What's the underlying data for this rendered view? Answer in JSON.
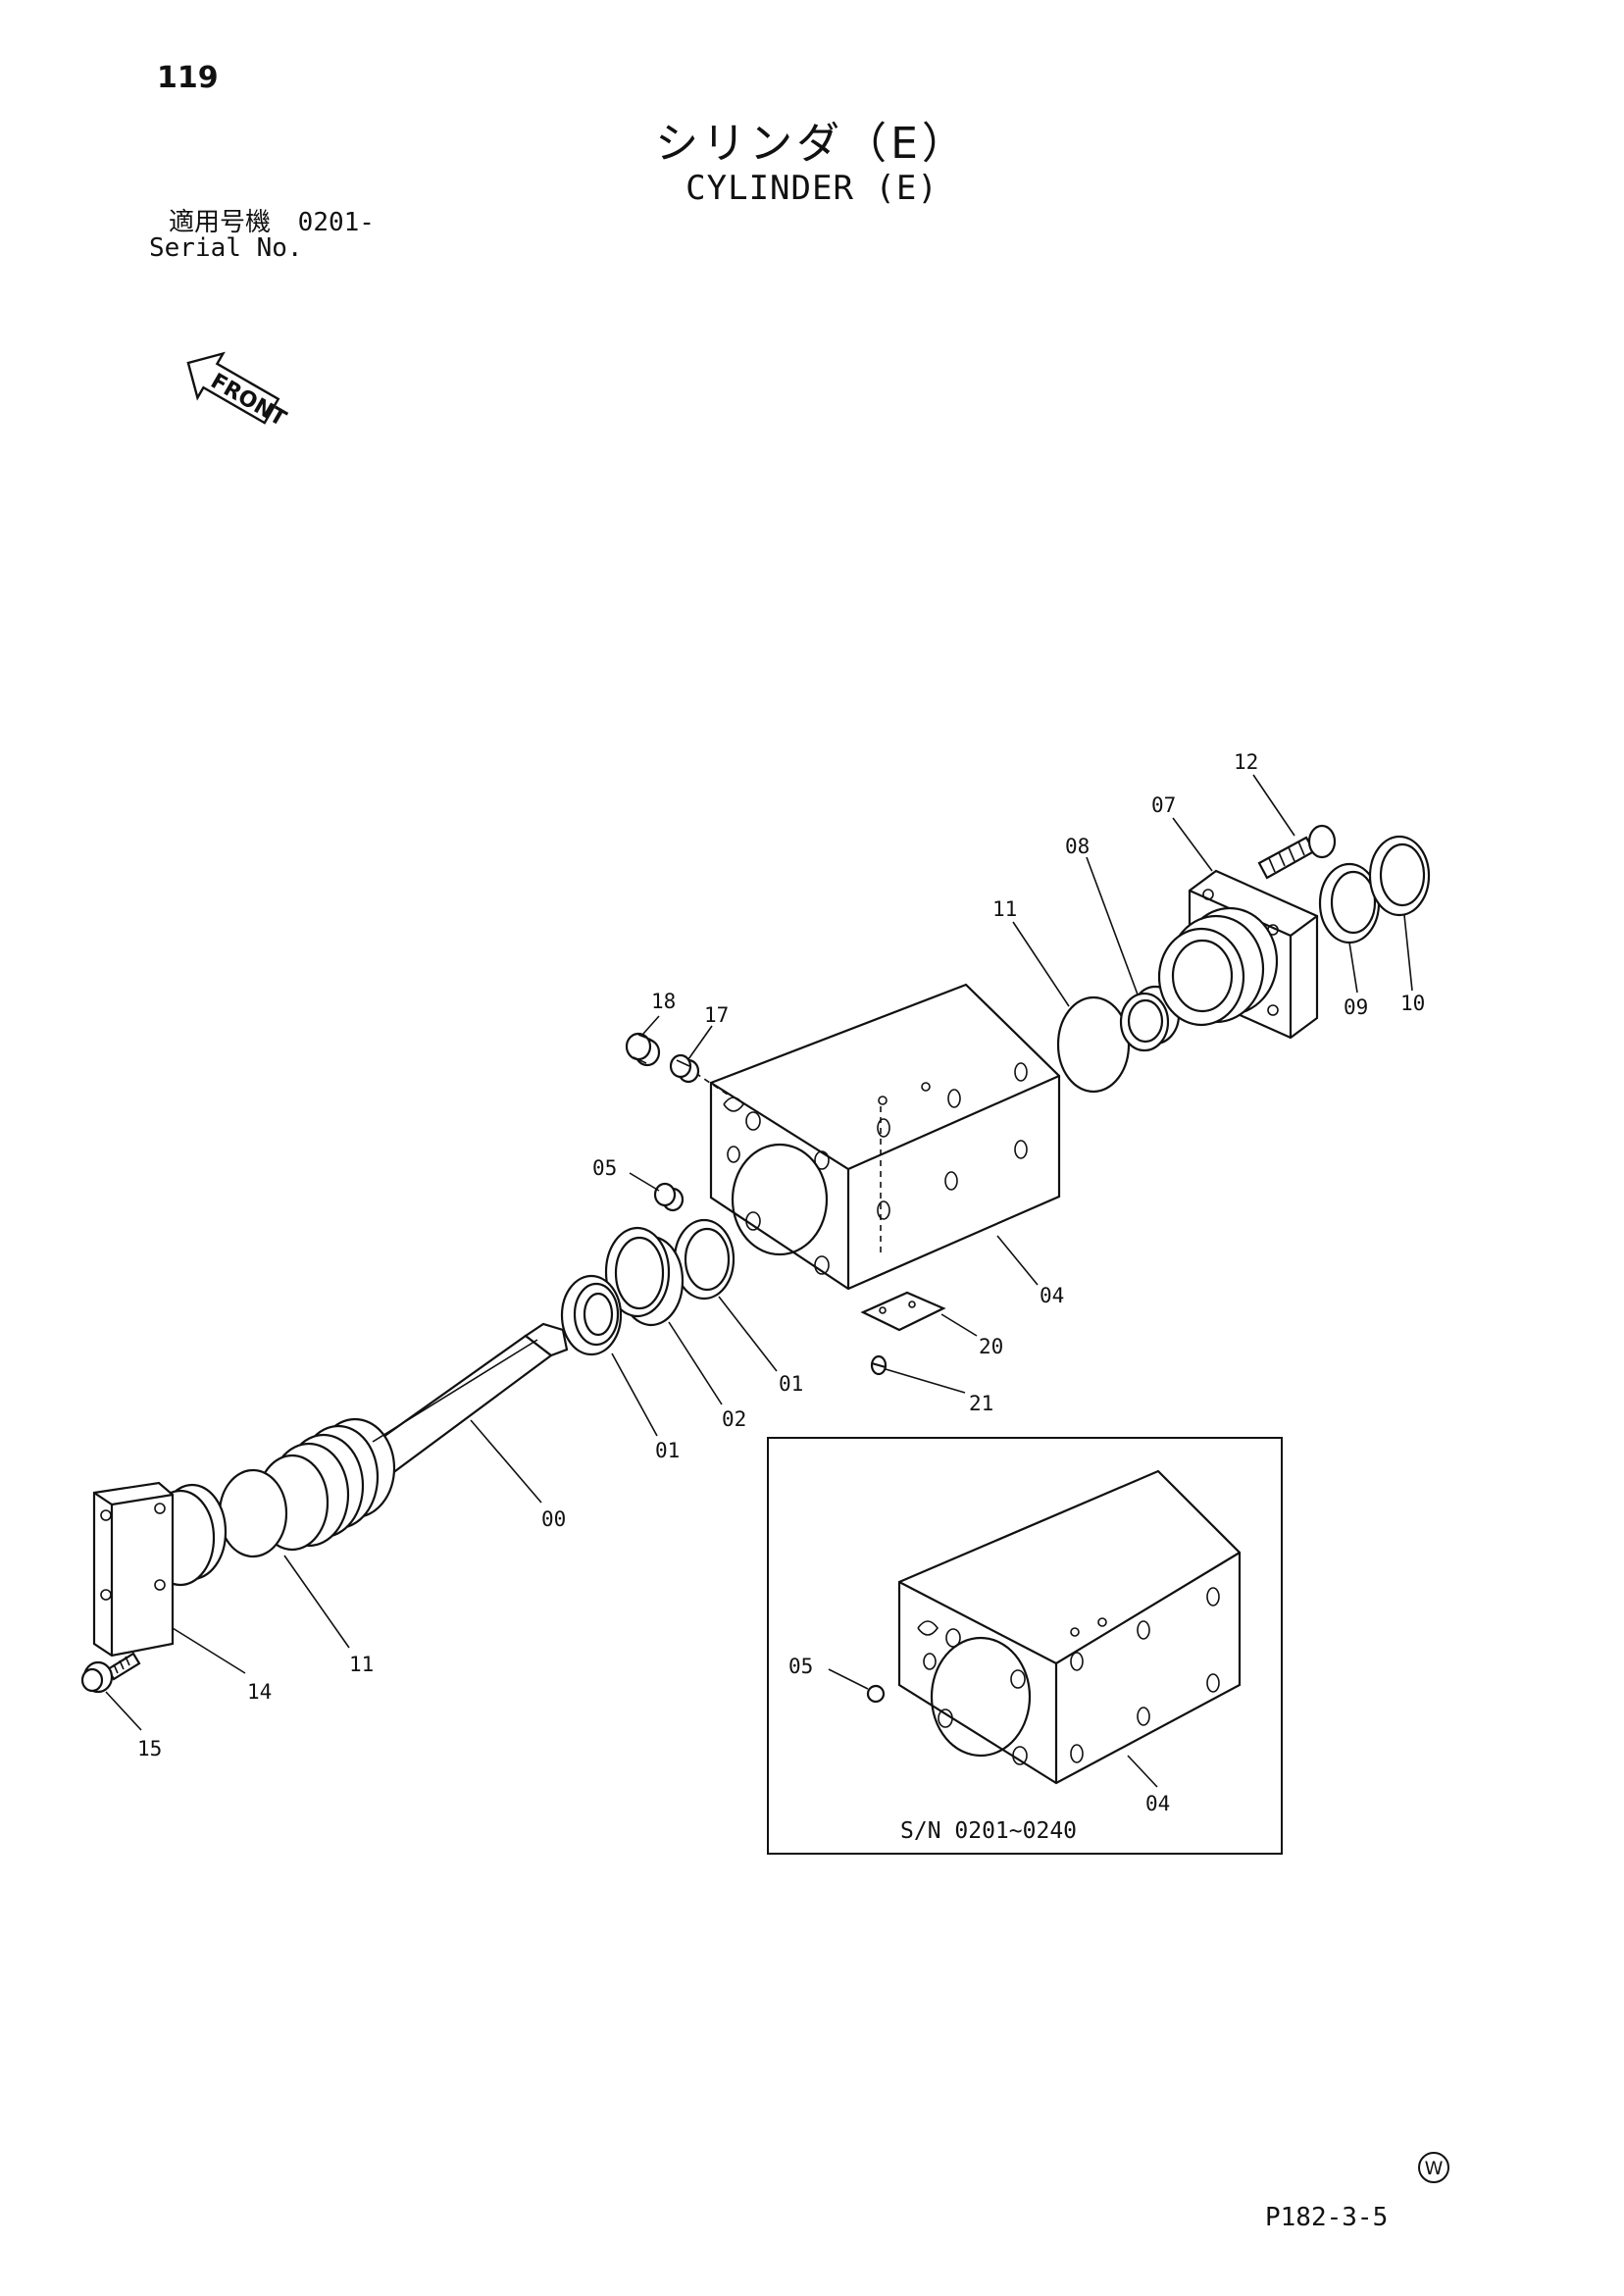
{
  "header": {
    "page_number": "119",
    "title_jp": "シリンダ（E）",
    "title_en": "CYLINDER (E)",
    "applicable_label_jp": "適用号機",
    "applicable_serial": "0201-",
    "serial_label_en": "Serial No."
  },
  "front_indicator": {
    "label": "FRONT",
    "icon": "front-arrow-icon"
  },
  "callouts": {
    "p12": "12",
    "p07": "07",
    "p08": "08",
    "p11_top": "11",
    "p09": "09",
    "p10": "10",
    "p18": "18",
    "p17": "17",
    "p05": "05",
    "p04": "04",
    "p20": "20",
    "p21": "21",
    "p01_a": "01",
    "p01_b": "01",
    "p02": "02",
    "p00": "00",
    "p11_bottom": "11",
    "p14": "14",
    "p15": "15",
    "inset_p05": "05",
    "inset_p04": "04"
  },
  "inset": {
    "caption": "S/N 0201~0240"
  },
  "footer": {
    "mark": "W",
    "code": "P182-3-5"
  }
}
